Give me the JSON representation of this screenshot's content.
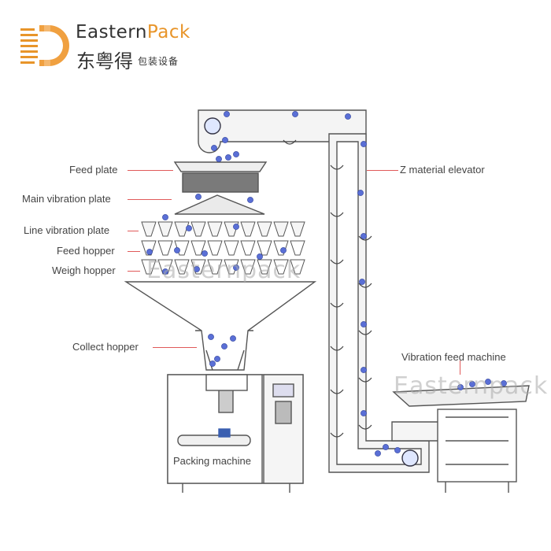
{
  "logo": {
    "brand_en_prefix": "Eastern",
    "brand_en_suffix": "Pack",
    "brand_cn": "东粤得",
    "brand_cn_sub": "包装设备"
  },
  "watermark_text": "Easternpack",
  "labels": {
    "feed_plate": "Feed plate",
    "main_vibration_plate": "Main vibration plate",
    "line_vibration_plate": "Line vibration plate",
    "feed_hopper": "Feed hopper",
    "weigh_hopper": "Weigh hopper",
    "collect_hopper": "Collect hopper",
    "packing_machine": "Packing machine",
    "z_elevator": "Z material elevator",
    "vibration_feed_machine": "Vibration feed machine"
  },
  "colors": {
    "leader_line": "#e05a5a",
    "machine_stroke": "#555555",
    "machine_fill": "#f2f2f2",
    "ball_fill": "#5a6fd6",
    "logo_accent": "#e8952a"
  }
}
